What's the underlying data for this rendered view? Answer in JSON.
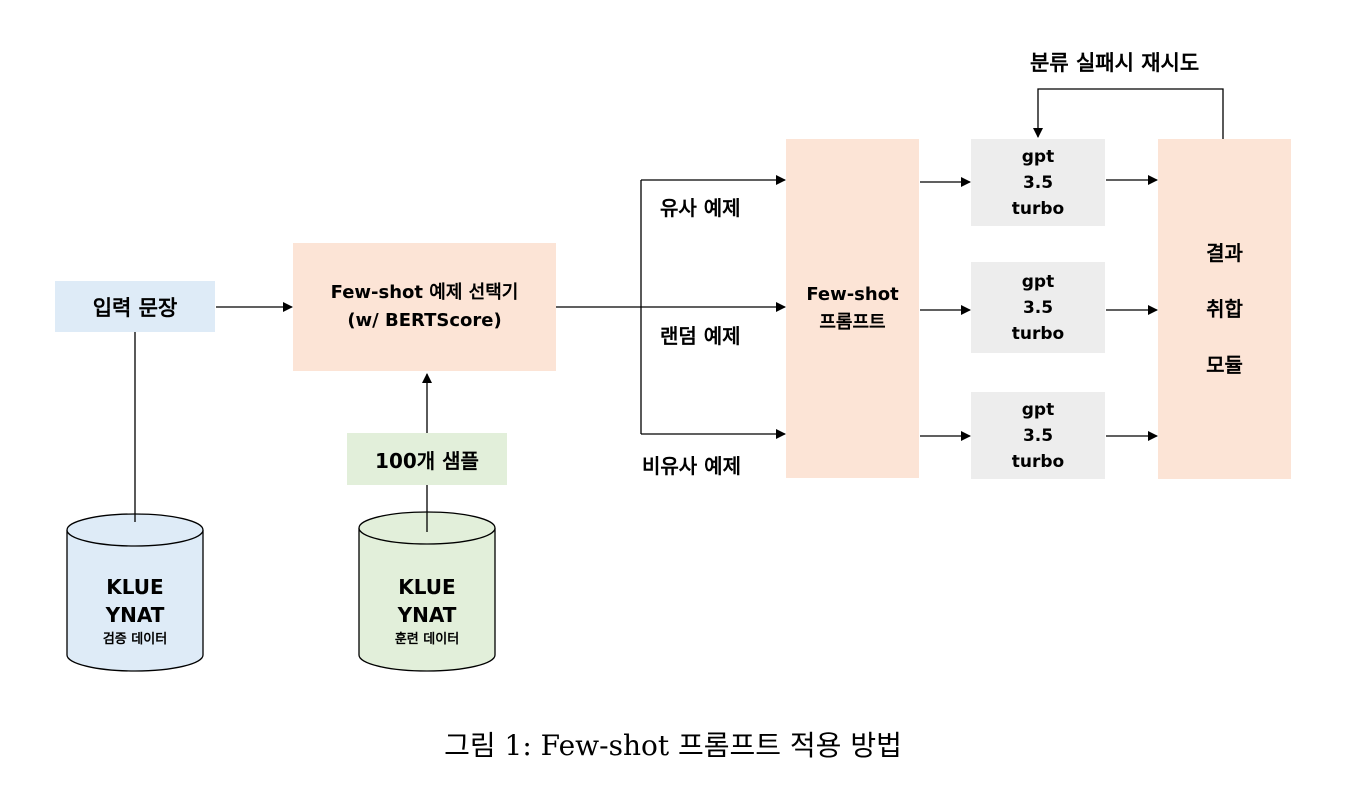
{
  "retry_label": "분류 실패시 재시도",
  "input_sentence": "입력 문장",
  "selector": {
    "line1": "Few-shot 예제 선택기",
    "line2": "(w/ BERTScore)"
  },
  "samples_label": "100개 샘플",
  "validation_db": {
    "line1": "KLUE",
    "line2": "YNAT",
    "line3": "검증 데이터"
  },
  "training_db": {
    "line1": "KLUE",
    "line2": "YNAT",
    "line3": "훈련 데이터"
  },
  "branch_labels": [
    "유사 예제",
    "랜덤 예제",
    "비유사 예제"
  ],
  "prompt_box": {
    "line1": "Few-shot",
    "line2": "프롬프트"
  },
  "gpt_boxes": [
    {
      "line1": "gpt",
      "line2": "3.5",
      "line3": "turbo"
    },
    {
      "line1": "gpt",
      "line2": "3.5",
      "line3": "turbo"
    },
    {
      "line1": "gpt",
      "line2": "3.5",
      "line3": "turbo"
    }
  ],
  "merge_module": {
    "line1": "결과",
    "line2": "취합",
    "line3": "모듈"
  },
  "caption": "그림 1:  Few-shot 프롬프트 적용 방법",
  "colors": {
    "peach": "#fce4d6",
    "blue": "#deebf7",
    "green": "#e2efda",
    "gray": "#ededed"
  }
}
